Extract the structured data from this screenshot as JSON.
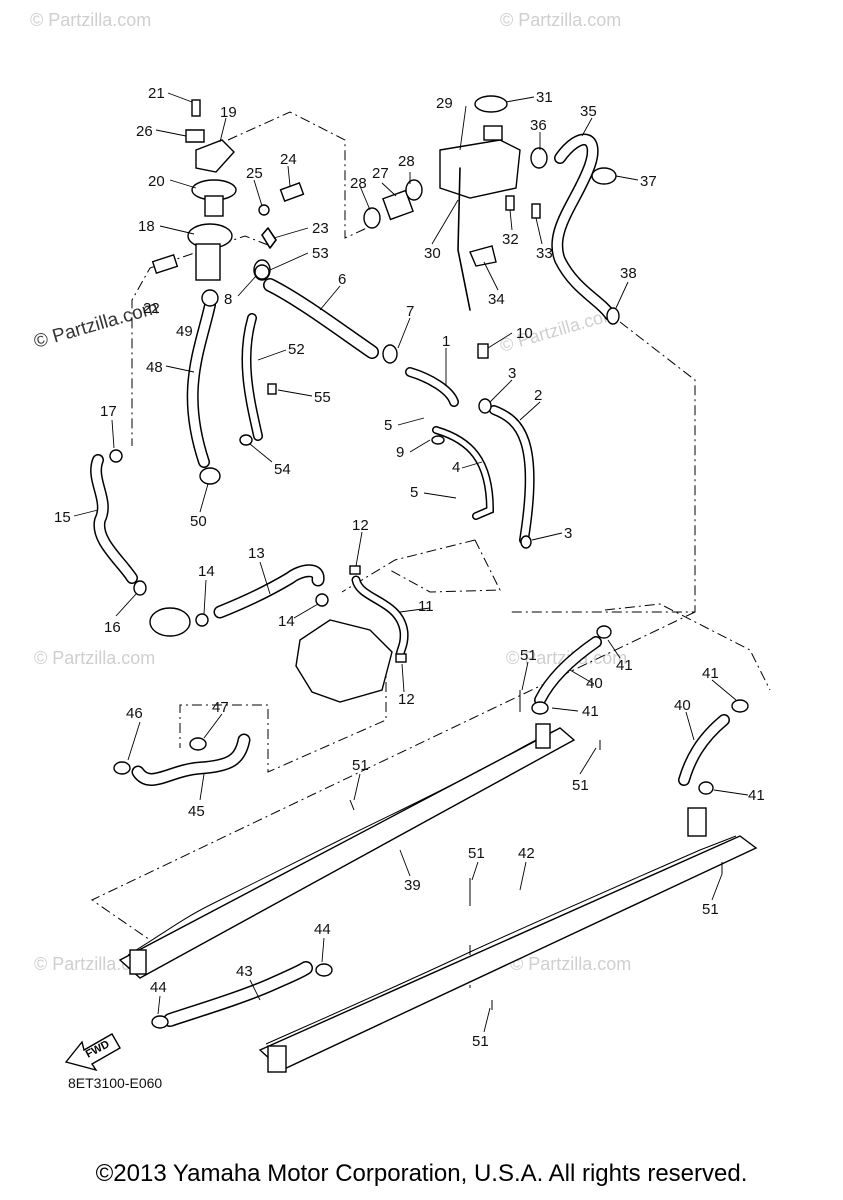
{
  "watermark": {
    "text": "© Partzilla.com"
  },
  "diagram_code": "8ET3100-E060",
  "fwd_label": "FWD",
  "copyright": "©2013 Yamaha Motor Corporation, U.S.A. All rights reserved.",
  "callouts": {
    "c1": "1",
    "c2": "2",
    "c3a": "3",
    "c3b": "3",
    "c4": "4",
    "c5a": "5",
    "c5b": "5",
    "c6": "6",
    "c7": "7",
    "c8": "8",
    "c9": "9",
    "c10": "10",
    "c11": "11",
    "c12a": "12",
    "c12b": "12",
    "c13": "13",
    "c14a": "14",
    "c14b": "14",
    "c15": "15",
    "c16": "16",
    "c17": "17",
    "c18": "18",
    "c19": "19",
    "c20": "20",
    "c21": "21",
    "c22": "22",
    "c23": "23",
    "c24": "24",
    "c25": "25",
    "c26": "26",
    "c27": "27",
    "c28a": "28",
    "c28b": "28",
    "c29": "29",
    "c30": "30",
    "c31": "31",
    "c32": "32",
    "c33": "33",
    "c34": "34",
    "c35": "35",
    "c36": "36",
    "c37": "37",
    "c38": "38",
    "c39": "39",
    "c40a": "40",
    "c40b": "40",
    "c41a": "41",
    "c41b": "41",
    "c41c": "41",
    "c41d": "41",
    "c42": "42",
    "c43": "43",
    "c44a": "44",
    "c44b": "44",
    "c45": "45",
    "c46": "46",
    "c47": "47",
    "c48": "48",
    "c49": "49",
    "c50": "50",
    "c51a": "51",
    "c51b": "51",
    "c51c": "51",
    "c51d": "51",
    "c51e": "51",
    "c51f": "51",
    "c52": "52",
    "c53": "53",
    "c54": "54",
    "c55": "55"
  }
}
